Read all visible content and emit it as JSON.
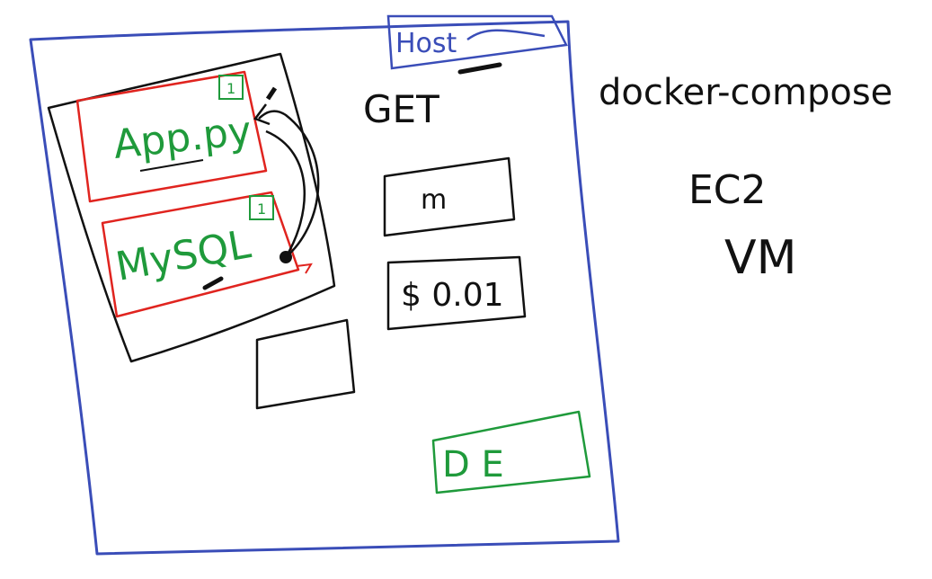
{
  "colors": {
    "background": "#ffffff",
    "host_border": "#3a4db8",
    "container_group_border": "#111111",
    "container_border": "#e0241f",
    "label_green": "#1f9a3b",
    "ink_black": "#111111",
    "badge_green": "#1f9a3b",
    "de_box_border": "#1f9a3b"
  },
  "host": {
    "label": "Host"
  },
  "containers": [
    {
      "label": "App.py",
      "badge": "1"
    },
    {
      "label": "MySQL",
      "badge": "1"
    }
  ],
  "request": {
    "method_label": "GET"
  },
  "response_boxes": [
    {
      "label": "m"
    },
    {
      "label": "$ 0.01"
    },
    {
      "label": ""
    }
  ],
  "green_box": {
    "label": "D E"
  },
  "side_notes": {
    "tool": "docker-compose",
    "platform": "EC2",
    "machine": "VM"
  }
}
